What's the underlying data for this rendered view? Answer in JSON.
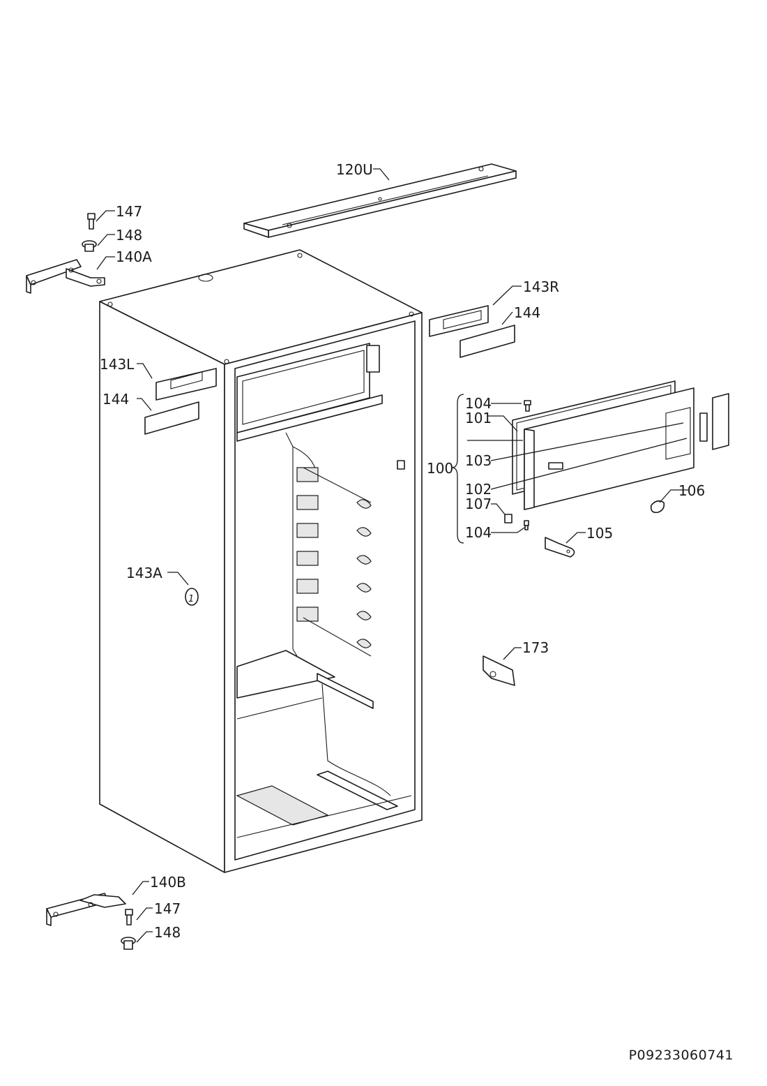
{
  "document_number": "P09233060741",
  "callouts": [
    {
      "id": "c120U",
      "label": "120U"
    },
    {
      "id": "c147a",
      "label": "147"
    },
    {
      "id": "c148a",
      "label": "148"
    },
    {
      "id": "c140A",
      "label": "140A"
    },
    {
      "id": "c143R",
      "label": "143R"
    },
    {
      "id": "c144a",
      "label": "144"
    },
    {
      "id": "c143L",
      "label": "143L"
    },
    {
      "id": "c144b",
      "label": "144"
    },
    {
      "id": "c104a",
      "label": "104"
    },
    {
      "id": "c101",
      "label": "101"
    },
    {
      "id": "c103",
      "label": "103"
    },
    {
      "id": "c100",
      "label": "100"
    },
    {
      "id": "c102",
      "label": "102"
    },
    {
      "id": "c106",
      "label": "106"
    },
    {
      "id": "c107",
      "label": "107"
    },
    {
      "id": "c104b",
      "label": "104"
    },
    {
      "id": "c105",
      "label": "105"
    },
    {
      "id": "c143A",
      "label": "143A"
    },
    {
      "id": "c173",
      "label": "173"
    },
    {
      "id": "c140B",
      "label": "140B"
    },
    {
      "id": "c147b",
      "label": "147"
    },
    {
      "id": "c148b",
      "label": "148"
    }
  ],
  "badge_text": "1"
}
